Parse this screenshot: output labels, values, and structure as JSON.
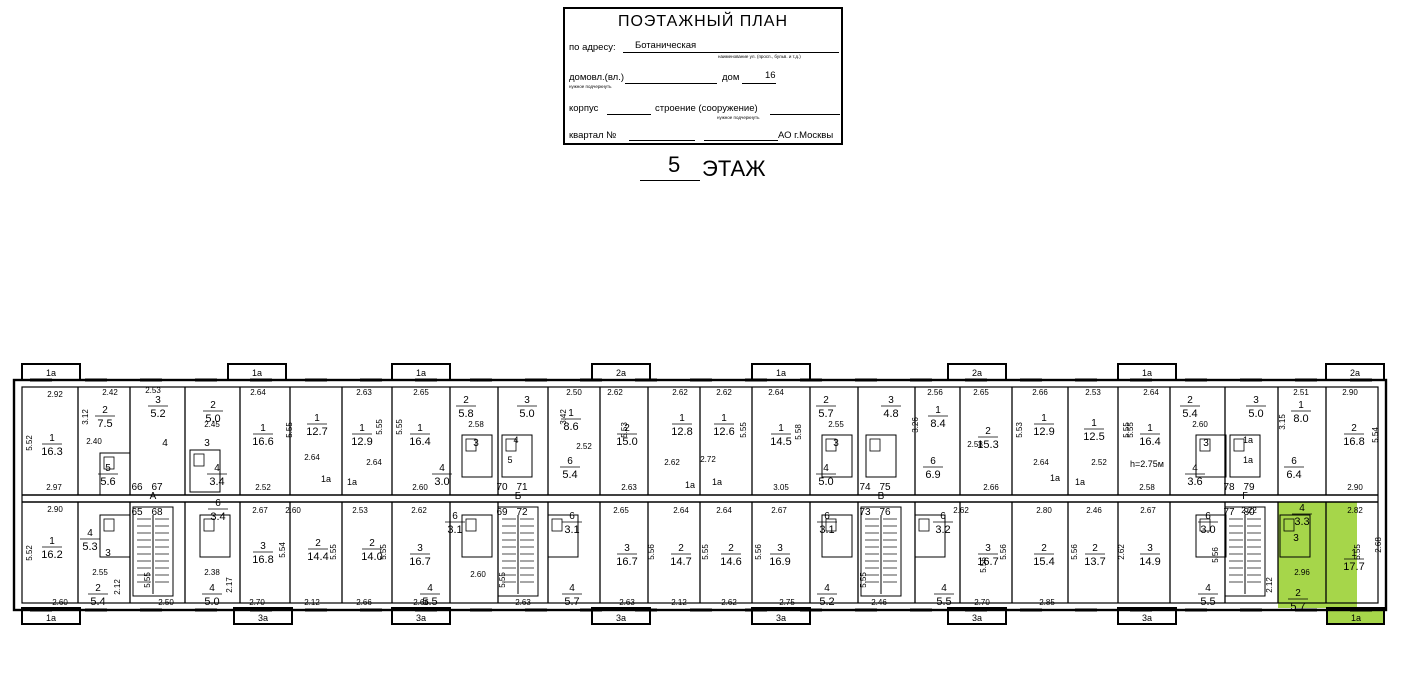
{
  "stamp": {
    "title": "ПОЭТАЖНЫЙ ПЛАН",
    "address_label": "по адресу:",
    "address_value": "Ботаническая",
    "address_hint": "наименование ул. (просп., бульв. и т.д.)",
    "domovl_label": "домовл.(вл.)",
    "dom_label": "дом",
    "dom_value": "16",
    "domovl_hint": "нужное подчеркнуть",
    "korpus_label": "корпус",
    "stroenie_label": "строение (сооружение)",
    "stroenie_hint": "нужное подчеркнуть",
    "kvartal_label": "квартал №",
    "ao_label": "АО г.Москвы"
  },
  "floor": {
    "number": "5",
    "label": "ЭТАЖ"
  },
  "highlight_color": "#a6d64a",
  "balconies": {
    "top": [
      "1а",
      "1а",
      "1а",
      "2а",
      "1а",
      "2а",
      "1а",
      "2а"
    ],
    "bottom": [
      "1а",
      "3а",
      "3а",
      "3а",
      "3а",
      "3а",
      "3а",
      "1а"
    ]
  },
  "stairs": [
    "А",
    "Б",
    "В",
    "Г"
  ],
  "stair_numbers": [
    "66",
    "67",
    "65",
    "68",
    "70",
    "71",
    "69",
    "72",
    "74",
    "75",
    "73",
    "76",
    "78",
    "79",
    "77",
    "80"
  ],
  "rooms": [
    {
      "n": "1",
      "a": "16.3"
    },
    {
      "n": "2",
      "a": "7.5"
    },
    {
      "n": "3",
      "a": "5.2"
    },
    {
      "n": "4",
      "a": ""
    },
    {
      "n": "5",
      "a": "5.6"
    },
    {
      "n": "2",
      "a": "5.0"
    },
    {
      "n": "1",
      "a": "16.6"
    },
    {
      "n": "3",
      "a": ""
    },
    {
      "n": "4",
      "a": "3.4"
    },
    {
      "n": "1",
      "a": "12.7"
    },
    {
      "n": "1",
      "a": "12.9"
    },
    {
      "n": "2",
      "a": "5.8"
    },
    {
      "n": "1",
      "a": "16.4"
    },
    {
      "n": "3",
      "a": ""
    },
    {
      "n": "4",
      "a": "3.0"
    },
    {
      "n": "3",
      "a": "5.0"
    },
    {
      "n": "1",
      "a": "8.6"
    },
    {
      "n": "2",
      "a": "15.0"
    },
    {
      "n": "6",
      "a": "5.4"
    },
    {
      "n": "1",
      "a": "12.8"
    },
    {
      "n": "1",
      "a": "12.6"
    },
    {
      "n": "1",
      "a": "14.5"
    },
    {
      "n": "2",
      "a": "5.7"
    },
    {
      "n": "3",
      "a": ""
    },
    {
      "n": "4",
      "a": "5.0"
    },
    {
      "n": "3",
      "a": "4.8"
    },
    {
      "n": "1",
      "a": "8.4"
    },
    {
      "n": "2",
      "a": "15.3"
    },
    {
      "n": "6",
      "a": "6.9"
    },
    {
      "n": "1",
      "a": "12.9"
    },
    {
      "n": "1",
      "a": "12.5"
    },
    {
      "n": "1",
      "a": "16.4"
    },
    {
      "n": "2",
      "a": "5.4"
    },
    {
      "n": "3",
      "a": ""
    },
    {
      "n": "4",
      "a": "3.6"
    },
    {
      "n": "3",
      "a": "5.0"
    },
    {
      "n": "1",
      "a": "8.0"
    },
    {
      "n": "2",
      "a": "16.8"
    },
    {
      "n": "6",
      "a": "6.4"
    },
    {
      "n": "1",
      "a": "16.2"
    },
    {
      "n": "4",
      "a": "5.3"
    },
    {
      "n": "2",
      "a": "5.4"
    },
    {
      "n": "3",
      "a": ""
    },
    {
      "n": "6",
      "a": "3.4"
    },
    {
      "n": "3",
      "a": "16.8"
    },
    {
      "n": "4",
      "a": "5.0"
    },
    {
      "n": "2",
      "a": "14.4"
    },
    {
      "n": "2",
      "a": "14.0"
    },
    {
      "n": "6",
      "a": "3.1"
    },
    {
      "n": "3",
      "a": "16.7"
    },
    {
      "n": "4",
      "a": "5.5"
    },
    {
      "n": "6",
      "a": "3.1"
    },
    {
      "n": "3",
      "a": "16.7"
    },
    {
      "n": "4",
      "a": "5.7"
    },
    {
      "n": "2",
      "a": "14.7"
    },
    {
      "n": "2",
      "a": "14.6"
    },
    {
      "n": "6",
      "a": "3.1"
    },
    {
      "n": "3",
      "a": "16.9"
    },
    {
      "n": "4",
      "a": "5.2"
    },
    {
      "n": "6",
      "a": "3.2"
    },
    {
      "n": "3",
      "a": "16.7"
    },
    {
      "n": "4",
      "a": "5.5"
    },
    {
      "n": "2",
      "a": "15.4"
    },
    {
      "n": "2",
      "a": "13.7"
    },
    {
      "n": "3",
      "a": "14.9"
    },
    {
      "n": "6",
      "a": "3.0"
    },
    {
      "n": "4",
      "a": "5.5"
    },
    {
      "n": "4",
      "a": "3.3"
    },
    {
      "n": "1",
      "a": "17.7"
    },
    {
      "n": "2",
      "a": "5.7"
    },
    {
      "n": "3",
      "a": ""
    }
  ],
  "small_marks": [
    "4",
    "5",
    "1а",
    "1а",
    "1а",
    "1а",
    "1а",
    "1а",
    "1а",
    "1а"
  ],
  "height_note": "h=2.75м",
  "dims": [
    "2.92",
    "2.42",
    "2.53",
    "2.64",
    "2.63",
    "2.65",
    "2.50",
    "2.62",
    "2.62",
    "2.62",
    "2.64",
    "2.56",
    "2.65",
    "2.66",
    "2.53",
    "2.64",
    "2.51",
    "2.90",
    "5.52",
    "3.12",
    "2.40",
    "2.45",
    "5.55",
    "5.55",
    "5.55",
    "2.58",
    "3.42",
    "2.52",
    "5.53",
    "5.55",
    "5.58",
    "2.55",
    "3.26",
    "2.58",
    "5.53",
    "5.55",
    "5.55",
    "2.60",
    "3.15",
    "5.54",
    "2.64",
    "2.64",
    "2.62",
    "2.72",
    "2.64",
    "2.52",
    "2.97",
    "2.52",
    "2.60",
    "2.63",
    "3.05",
    "2.66",
    "2.58",
    "2.90",
    "2.90",
    "2.67",
    "2.60",
    "2.53",
    "2.62",
    "2.65",
    "2.64",
    "2.64",
    "2.67",
    "2.62",
    "2.80",
    "2.46",
    "2.67",
    "2.22",
    "2.82",
    "5.52",
    "2.55",
    "2.12",
    "2.38",
    "2.17",
    "5.55",
    "5.54",
    "5.55",
    "5.55",
    "2.60",
    "5.55",
    "5.56",
    "5.55",
    "5.56",
    "5.55",
    "5.56",
    "5.56",
    "5.56",
    "2.62",
    "5.55",
    "5.56",
    "2.96",
    "2.12",
    "2.68",
    "2.60",
    "2.50",
    "2.70",
    "2.12",
    "2.66",
    "2.66",
    "2.63",
    "2.63",
    "2.12",
    "2.62",
    "2.75",
    "2.46",
    "2.70",
    "2.85"
  ]
}
